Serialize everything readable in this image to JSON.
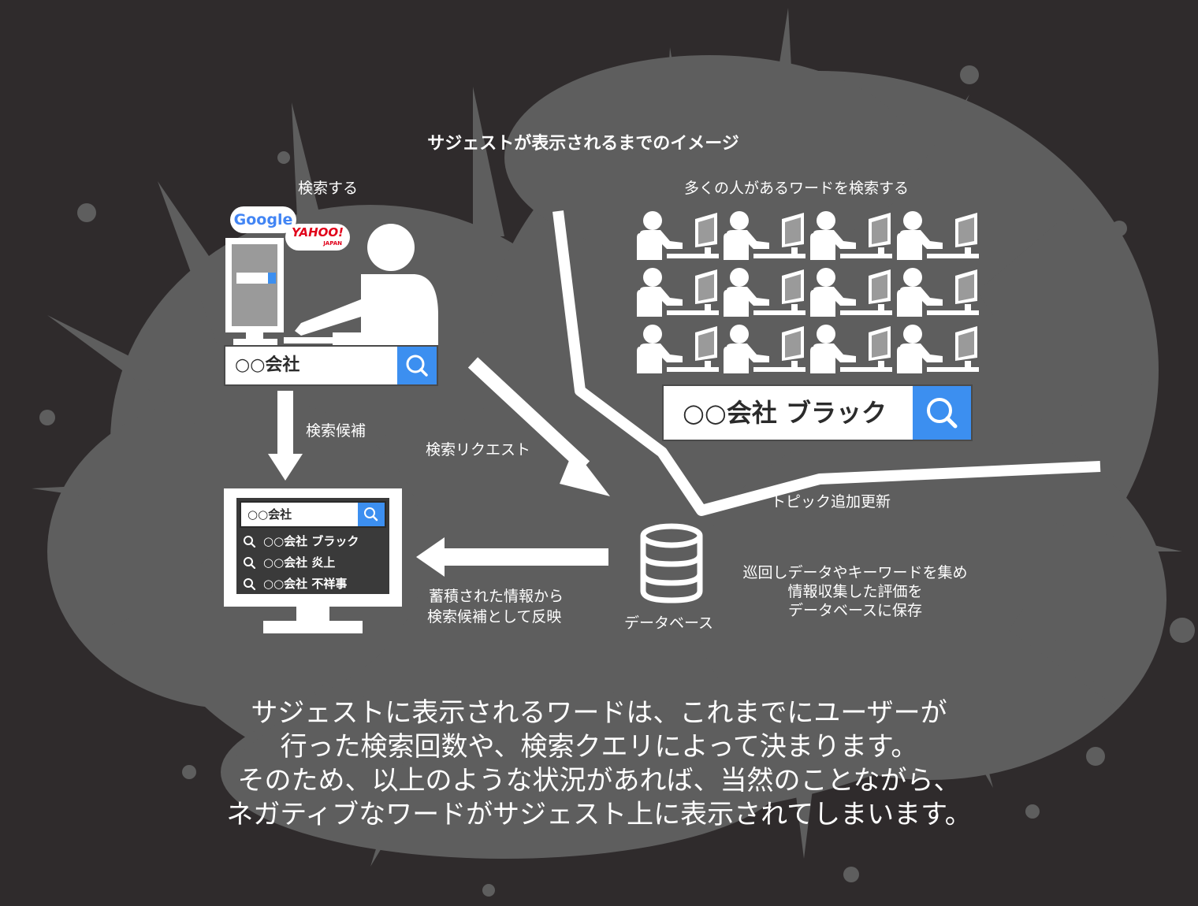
{
  "title": "サジェストが表示されるまでのイメージ",
  "left_user": {
    "label": "検索する",
    "query": "○○会社",
    "google_logo": "Google",
    "yahoo_logo": "YAHOO!",
    "yahoo_sub": "JAPAN",
    "icon": "person-at-computer-icon"
  },
  "arrows": {
    "candidates": "検索候補",
    "request": "検索リクエスト",
    "topic_update": "トピック追加更新",
    "reflect_line1": "蓄積された情報から",
    "reflect_line2": "検索候補として反映"
  },
  "crowd": {
    "label": "多くの人があるワードを検索する",
    "query": "○○会社 ブラック",
    "rows": 3,
    "cols": 4
  },
  "database": {
    "label": "データベース",
    "desc_line1": "巡回しデータやキーワードを集め",
    "desc_line2": "情報収集した評価を",
    "desc_line3": "データベースに保存",
    "icon": "database-icon"
  },
  "result_monitor": {
    "query": "○○会社",
    "suggestions": [
      "○○会社 ブラック",
      "○○会社 炎上",
      "○○会社 不祥事"
    ]
  },
  "paragraph": {
    "line1": "サジェストに表示されるワードは、これまでにユーザーが",
    "line2": "行った検索回数や、検索クエリによって決まります。",
    "line3": "そのため、以上のような状況があれば、当然のことながら、",
    "line4": "ネガティブなワードがサジェスト上に表示されてしまいます。"
  },
  "colors": {
    "background": "#2f2b2c",
    "splash": "#5e5e5e",
    "accent_blue": "#3c8ff0",
    "white": "#ffffff"
  }
}
